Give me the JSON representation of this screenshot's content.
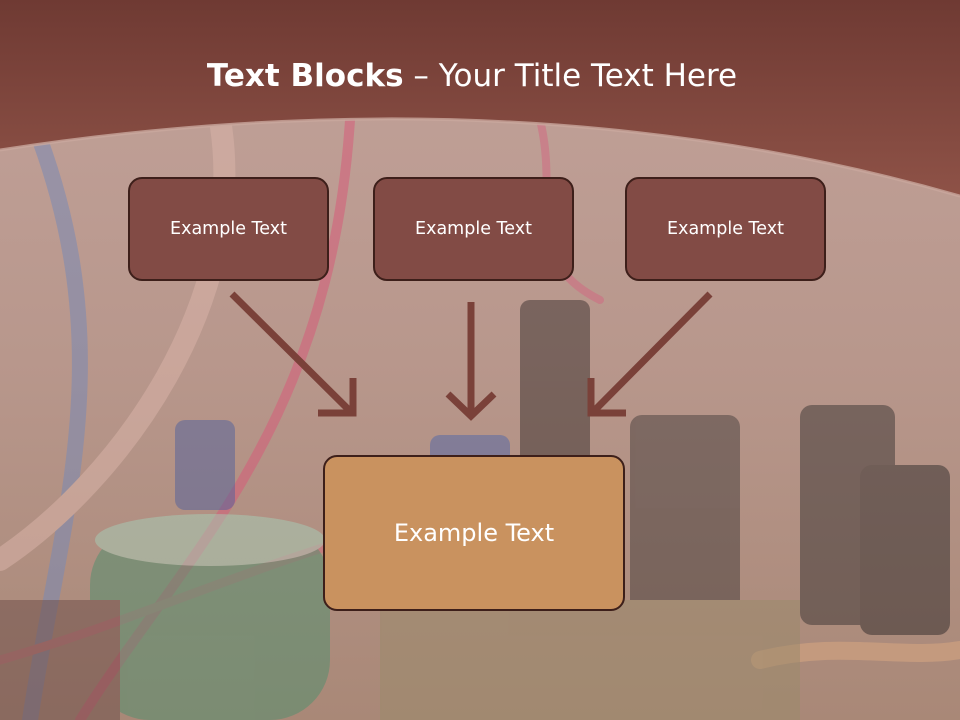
{
  "slide": {
    "title_bold": "Text Blocks",
    "title_rest": " – Your Title Text Here",
    "blocks": [
      "Example Text",
      "Example Text",
      "Example Text"
    ],
    "target_block": "Example Text"
  },
  "colors": {
    "header": "#7e4239",
    "block": "#824b45",
    "target_block": "#c9925f",
    "border": "#3d1f1a",
    "arrow": "#7a4139"
  }
}
